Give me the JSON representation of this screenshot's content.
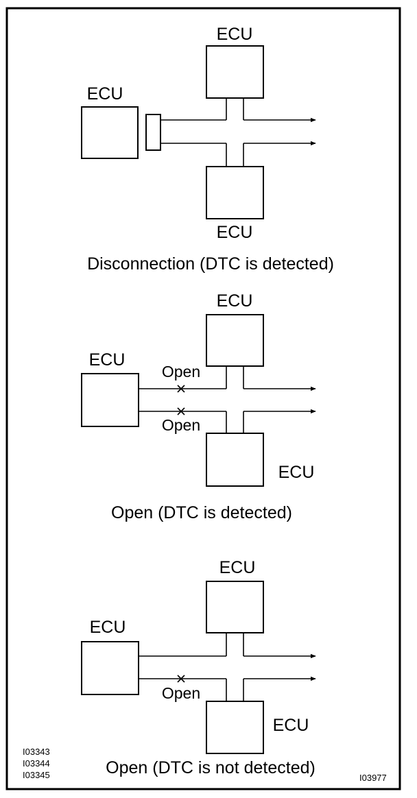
{
  "sections": [
    {
      "caption": "Disconnection (DTC is detected)",
      "ecu_labels": {
        "left": "ECU",
        "top": "ECU",
        "bottom": "ECU"
      }
    },
    {
      "caption": "Open (DTC is detected)",
      "ecu_labels": {
        "left": "ECU",
        "top": "ECU",
        "bottom": "ECU"
      },
      "open_labels": [
        "Open",
        "Open"
      ]
    },
    {
      "caption": "Open (DTC is not detected)",
      "ecu_labels": {
        "left": "ECU",
        "top": "ECU",
        "bottom": "ECU"
      },
      "open_labels": [
        "Open"
      ]
    }
  ],
  "reference_codes_left": [
    "I03343",
    "I03344",
    "I03345"
  ],
  "reference_code_right": "I03977"
}
